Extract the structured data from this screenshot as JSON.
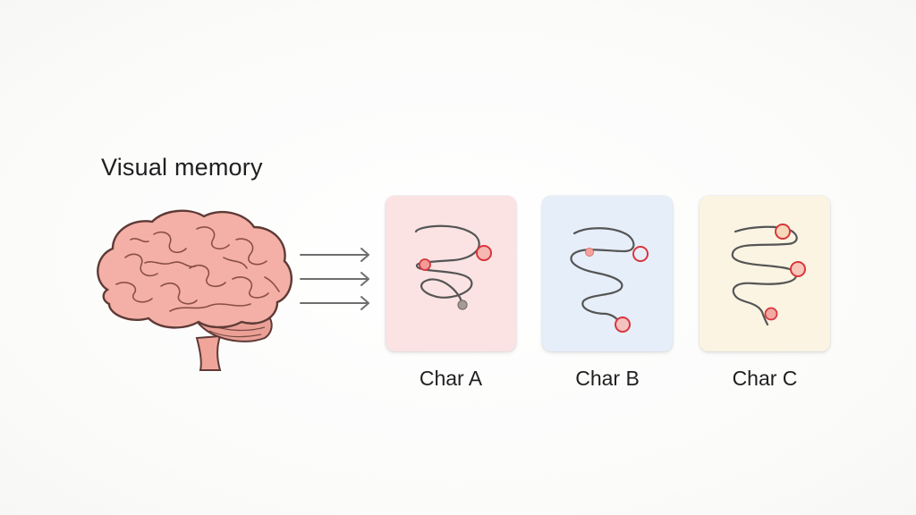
{
  "title": "Visual memory",
  "icons": {
    "brain": "brain-icon",
    "arrows": "arrow-right-icon"
  },
  "colors": {
    "brain_fill": "#f4aea4",
    "brain_outline": "#5e3a36",
    "stroke_line": "#555555",
    "marker_ring": "#d9363e",
    "card_a_bg": "#fbe3e3",
    "card_b_bg": "#e6eef9",
    "card_c_bg": "#fbf4e3"
  },
  "cards": [
    {
      "label": "Char A"
    },
    {
      "label": "Char B"
    },
    {
      "label": "Char C"
    }
  ]
}
